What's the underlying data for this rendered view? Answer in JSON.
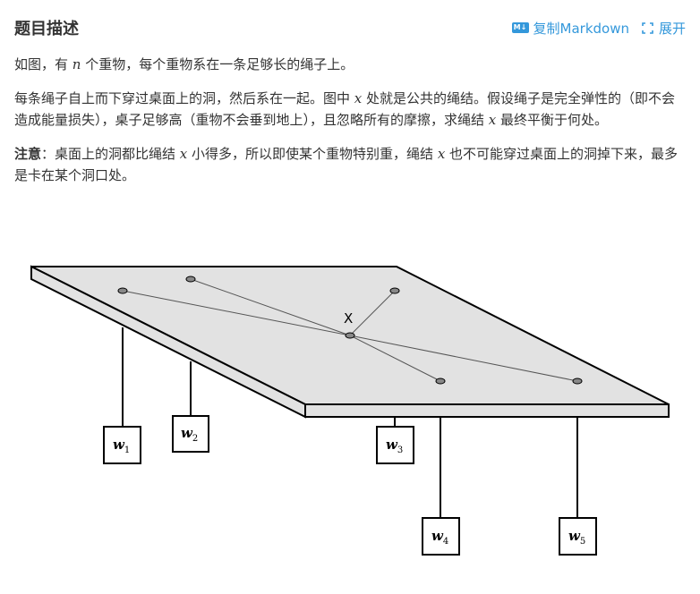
{
  "header": {
    "title": "题目描述",
    "copy_markdown_label": "复制Markdown",
    "expand_label": "展开",
    "md_badge": "M↓"
  },
  "content": {
    "p1_before": "如图，有 ",
    "p1_var": "n",
    "p1_after": " 个重物，每个重物系在一条足够长的绳子上。",
    "p2_before": "每条绳子自上而下穿过桌面上的洞，然后系在一起。图中 ",
    "p2_var": "x",
    "p2_middle": " 处就是公共的绳结。假设绳子是完全弹性的（即不会造成能量损失），桌子足够高（重物不会垂到地上），且忽略所有的摩擦，求绳结 ",
    "p2_var2": "x",
    "p2_after": " 最终平衡于何处。",
    "p3_bold": "注意",
    "p3_before": "：桌面上的洞都比绳结 ",
    "p3_var": "x",
    "p3_middle": " 小得多，所以即使某个重物特别重，绳结 ",
    "p3_var2": "x",
    "p3_after": " 也不可能穿过桌面上的洞掉下来，最多是卡在某个洞口处。"
  },
  "figure": {
    "knot_label": "X",
    "weights": [
      {
        "base": "w",
        "sub": "1"
      },
      {
        "base": "w",
        "sub": "2"
      },
      {
        "base": "w",
        "sub": "3"
      },
      {
        "base": "w",
        "sub": "4"
      },
      {
        "base": "w",
        "sub": "5"
      }
    ],
    "colors": {
      "table_top": "#e2e2e2",
      "table_edge": "#000000",
      "hole": "#888888",
      "link": "#3498db"
    }
  }
}
